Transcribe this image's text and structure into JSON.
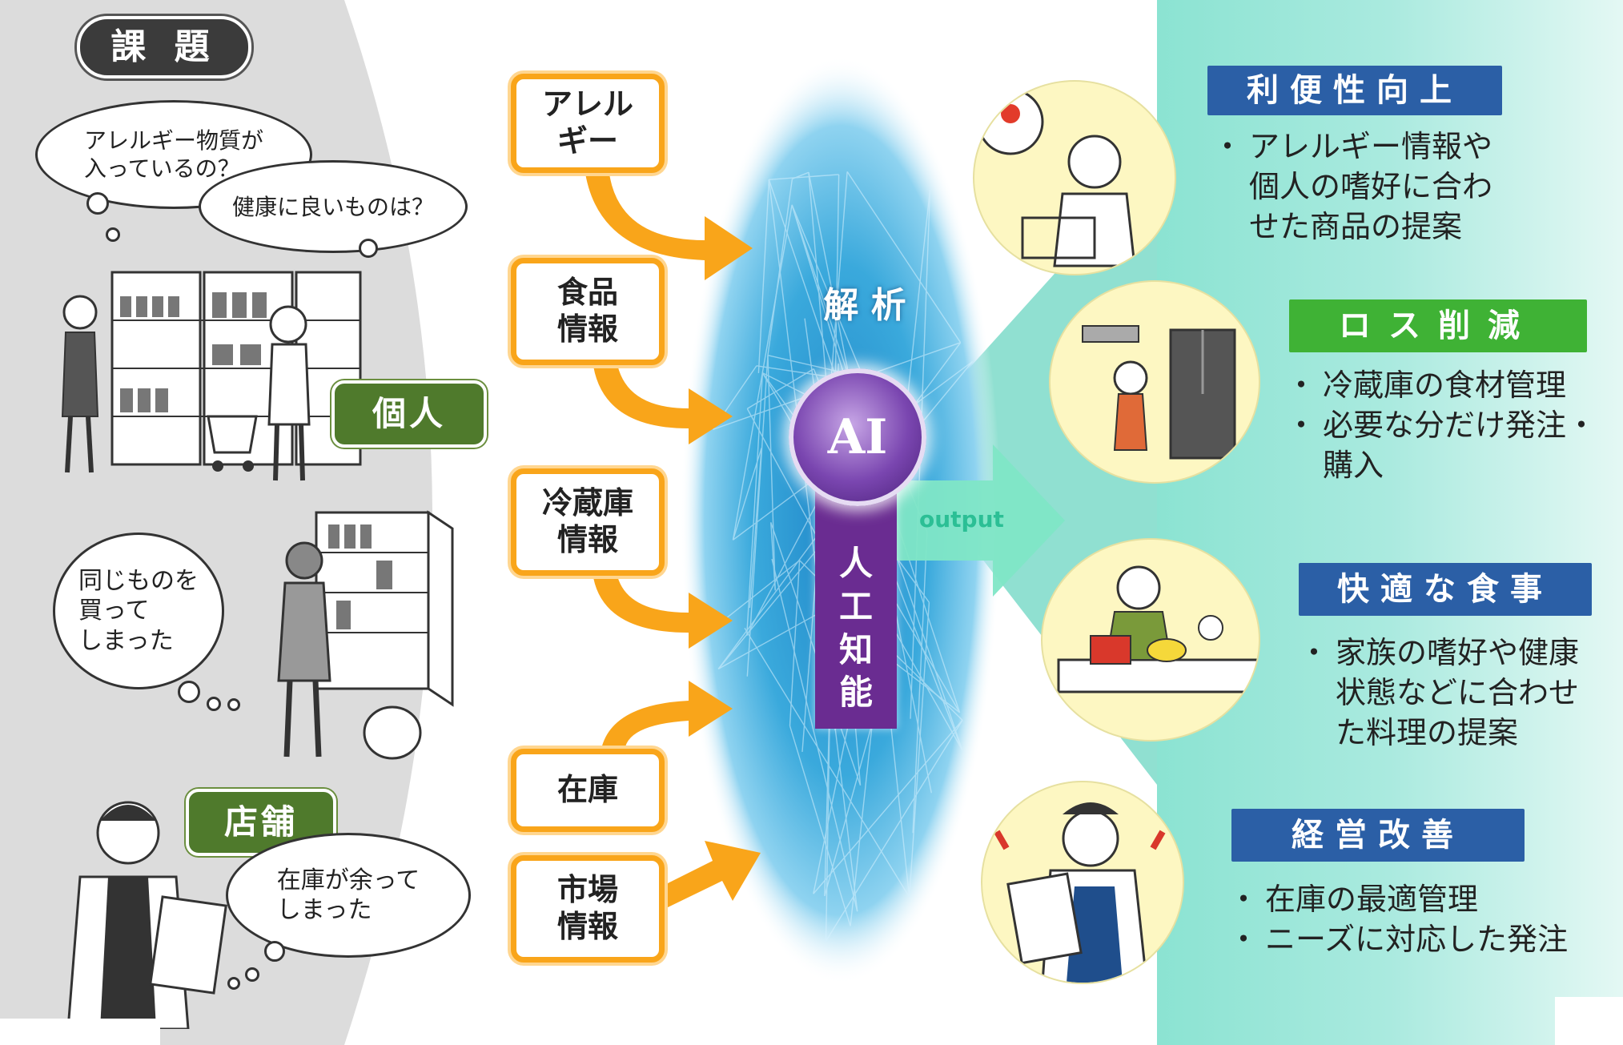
{
  "issues": {
    "title": "課 題",
    "bubble_allergy": "アレルギー物質が\n入っているの？",
    "bubble_health": "健康に良いものは？",
    "label_individual": "個人",
    "bubble_same": "同じものを\n買って\nしまった",
    "label_store": "店舗",
    "bubble_stock": "在庫が余って\nしまった"
  },
  "inputs": [
    {
      "label": "アレル\nギー"
    },
    {
      "label": "食品\n情報"
    },
    {
      "label": "冷蔵庫\n情報"
    },
    {
      "label": "在庫"
    },
    {
      "label": "市場\n情報"
    }
  ],
  "center": {
    "analysis": "解 析",
    "ai": "AI",
    "ai_label": "人\n工\n知\n能",
    "output": "output"
  },
  "outcomes": [
    {
      "title": "利便性向上",
      "bullets": [
        "アレルギー情報や\n個人の嗜好に合わ\nせた商品の提案"
      ]
    },
    {
      "title": "ロス削減",
      "bullets": [
        "冷蔵庫の食材管理",
        "必要な分だけ発注・\n購入"
      ]
    },
    {
      "title": "快適な食事",
      "bullets": [
        "家族の嗜好や健康\n状態などに合わせ\nた料理の提案"
      ]
    },
    {
      "title": "経営改善",
      "bullets": [
        "在庫の最適管理",
        "ニーズに対応した発注"
      ]
    }
  ],
  "colors": {
    "input_border": "#f9a51a",
    "arrow": "#f9a51a",
    "header_blue": "#2b5fa6",
    "header_green": "#3fb235",
    "label_green": "#4f7a2c",
    "ai_purple": "#6a2c91",
    "teal_bg": "#6fd8c6"
  }
}
